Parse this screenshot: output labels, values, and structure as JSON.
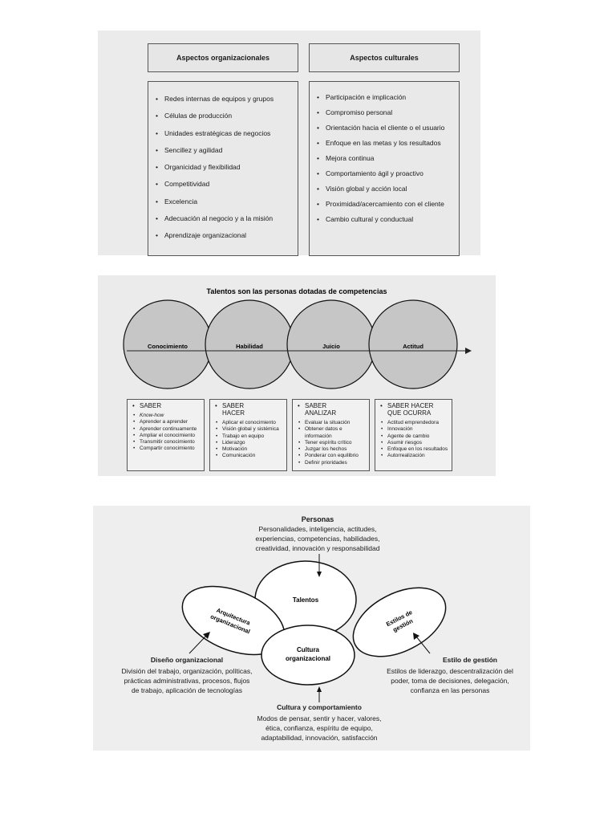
{
  "figure1": {
    "headers": {
      "left": "Aspectos organizacionales",
      "right": "Aspectos culturales"
    },
    "left_items": [
      "Redes internas de equipos y grupos",
      "Células de producción",
      "Unidades estratégicas de negocios",
      "Sencillez y agilidad",
      "Organicidad y flexibilidad",
      "Competitividad",
      "Excelencia",
      "Adecuación al negocio y a la misión",
      "Aprendizaje organizacional"
    ],
    "right_items": [
      "Participación e implicación",
      "Compromiso personal",
      "Orientación hacia el cliente o el usuario",
      "Enfoque en las metas y los resultados",
      "Mejora continua",
      "Comportamiento ágil y proactivo",
      "Visión global y acción local",
      "Proximidad/acercamiento con el cliente",
      "Cambio cultural y conductual"
    ]
  },
  "figure2": {
    "title": "Talentos son las personas dotadas de competencias",
    "circles": [
      "Conocimiento",
      "Habilidad",
      "Juicio",
      "Actitud"
    ],
    "boxes": [
      {
        "title": "SABER",
        "items": [
          "Know-how",
          "Aprender a aprender",
          "Aprender continuamente",
          "Ampliar el conocimiento",
          "Transmitir conocimiento",
          "Compartir conocimiento"
        ]
      },
      {
        "title": "SABER\nHACER",
        "items": [
          "Aplicar el conocimiento",
          "Visión global y sistémica",
          "Trabajo en equipo",
          "Liderazgo",
          "Motivación",
          "Comunicación"
        ]
      },
      {
        "title": "SABER\nANALIZAR",
        "items": [
          "Evaluar la situación",
          "Obtener datos e información",
          "Tener espíritu crítico",
          "Juzgar los hechos",
          "Ponderar con equilibrio",
          "Definir prioridades"
        ]
      },
      {
        "title": "SABER HACER\nQUE OCURRA",
        "items": [
          "Actitud emprendedora",
          "Innovación",
          "Agente de cambio",
          "Asumir riesgos",
          "Enfoque en los resultados",
          "Autorrealización"
        ]
      }
    ]
  },
  "figure3": {
    "personas": {
      "title": "Personas",
      "lines": [
        "Personalidades, inteligencia, actitudes,",
        "experiencias, competencias, habilidades,",
        "creatividad, innovación y responsabilidad"
      ]
    },
    "ovals": {
      "talentos": "Talentos",
      "arquitectura": [
        "Arquitectura",
        "organizacional"
      ],
      "estilos": [
        "Estilos de",
        "gestión"
      ],
      "cultura": [
        "Cultura",
        "organizacional"
      ]
    },
    "diseno": {
      "title": "Diseño organizacional",
      "lines": [
        "División del trabajo, organización, políticas,",
        "prácticas administrativas, procesos, flujos",
        "de trabajo, aplicación de tecnologías"
      ]
    },
    "estilo": {
      "title": "Estilo de gestión",
      "lines": [
        "Estilos de liderazgo, descentralización del",
        "poder, toma de decisiones, delegación,",
        "confianza en las personas"
      ]
    },
    "cultura_comp": {
      "title": "Cultura y comportamiento",
      "lines": [
        "Modos de pensar, sentir y hacer, valores,",
        "ética, confianza, espíritu de equipo,",
        "adaptabilidad, innovación, satisfacción"
      ]
    }
  }
}
